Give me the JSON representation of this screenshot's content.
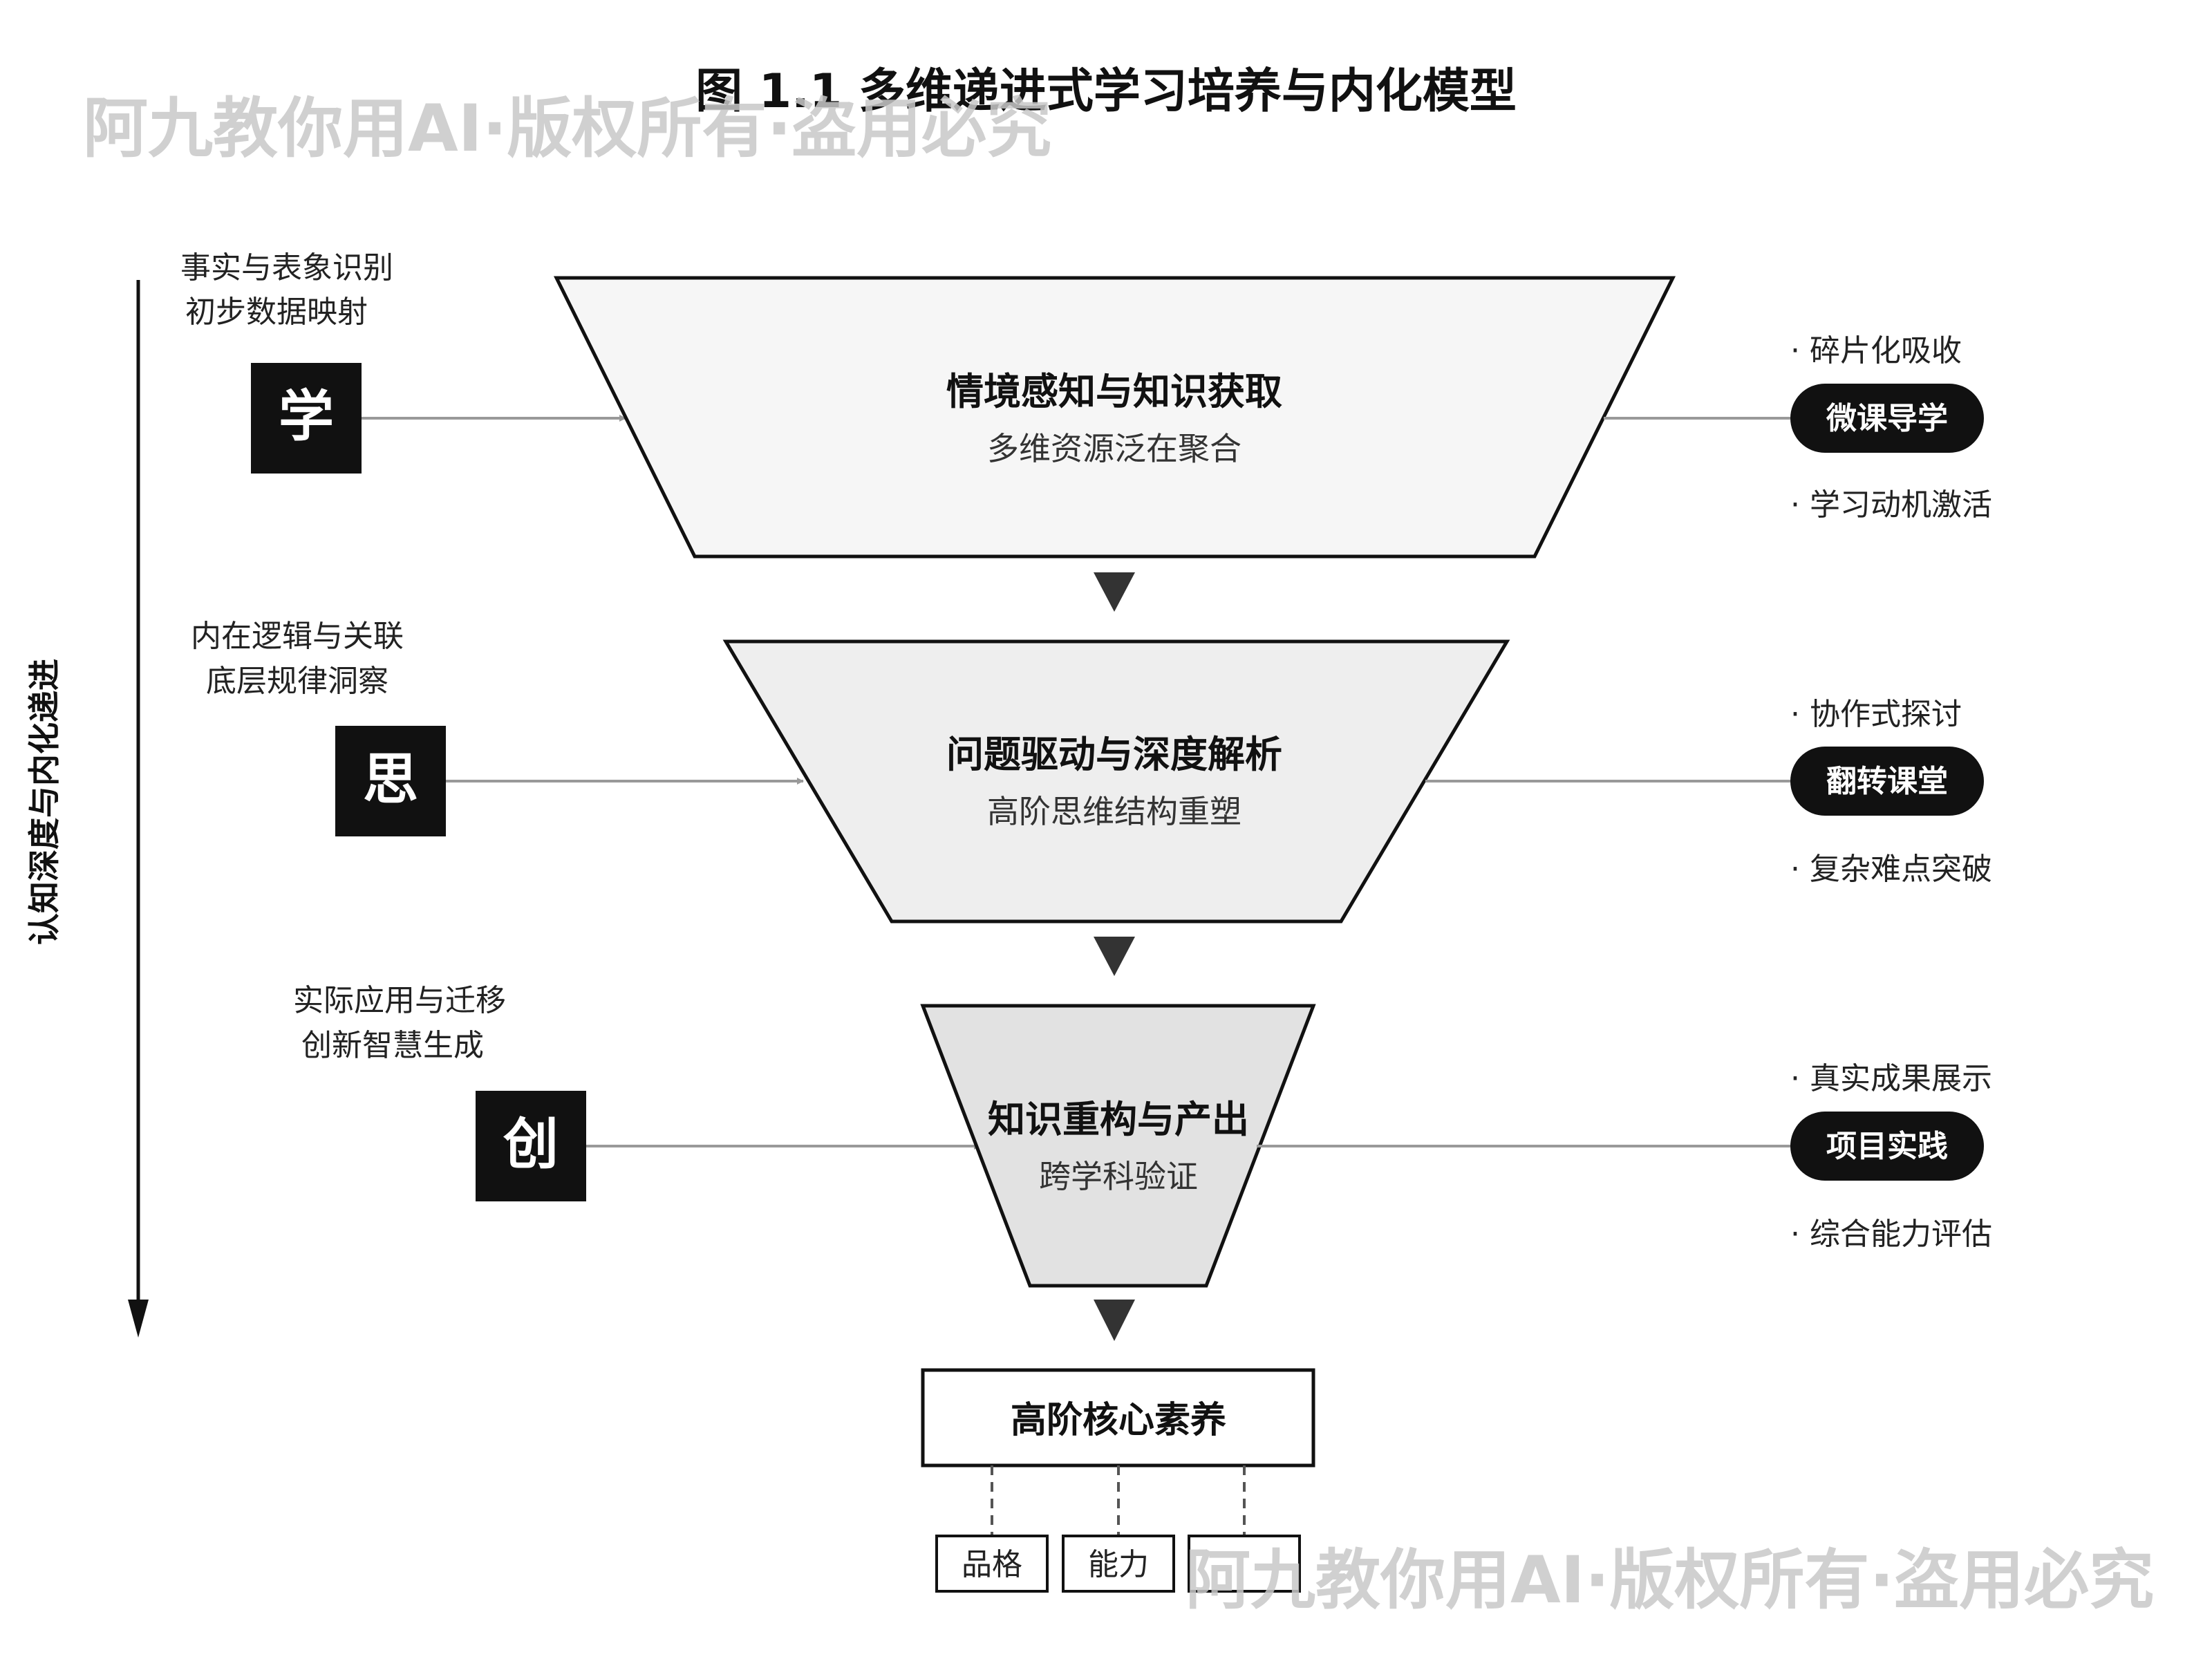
{
  "title": "图 1.1 多维递进式学习培养与内化模型",
  "axis_label": "认知深度与内化递进",
  "levels": [
    {
      "char": "学",
      "left_lines": [
        "事实与表象识别",
        "初步数据映射"
      ],
      "main": "情境感知与知识获取",
      "sub": "多维资源泛在聚合",
      "pill": "微课导学",
      "bullet_top": "· 碎片化吸收",
      "bullet_bottom": "· 学习动机激活",
      "fill": "#f6f6f6"
    },
    {
      "char": "思",
      "left_lines": [
        "内在逻辑与关联",
        "底层规律洞察"
      ],
      "main": "问题驱动与深度解析",
      "sub": "高阶思维结构重塑",
      "pill": "翻转课堂",
      "bullet_top": "· 协作式探讨",
      "bullet_bottom": "· 复杂难点突破",
      "fill": "#eeeeee"
    },
    {
      "char": "创",
      "left_lines": [
        "实际应用与迁移",
        "创新智慧生成"
      ],
      "main": "知识重构与产出",
      "sub": "跨学科验证",
      "pill": "项目实践",
      "bullet_top": "· 真实成果展示",
      "bullet_bottom": "· 综合能力评估",
      "fill": "#e2e2e2"
    }
  ],
  "core_box": "高阶核心素养",
  "core_items": [
    "品格",
    "能力",
    ""
  ],
  "watermark": "阿九教你用AI·版权所有·盗用必究",
  "colors": {
    "ink": "#111111",
    "connector": "#999999",
    "watermark": "#c8c8c8"
  }
}
